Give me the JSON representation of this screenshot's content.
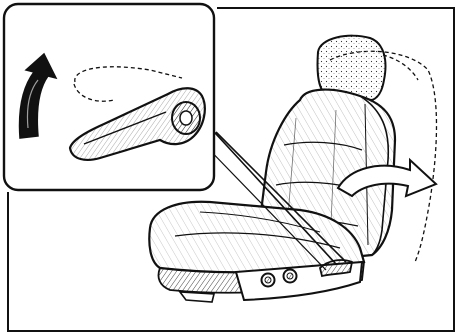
{
  "illustration": {
    "subject": "seat-recline-lever-diagram",
    "line_color": "#111111",
    "paper_color": "#ffffff",
    "lever_direction": "up",
    "seatback_direction": "backward"
  }
}
